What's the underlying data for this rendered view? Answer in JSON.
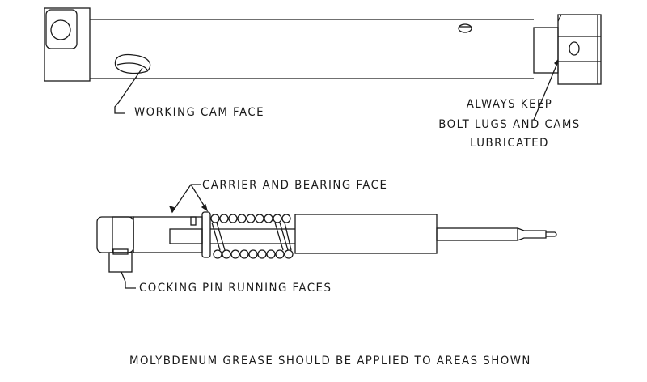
{
  "labels": {
    "working_cam_face": "WORKING CAM FACE",
    "always_keep_1": "ALWAYS KEEP",
    "always_keep_2": "BOLT LUGS AND CAMS",
    "always_keep_3": "LUBRICATED",
    "carrier_bearing": "CARRIER AND BEARING FACE",
    "cocking_pin": "COCKING PIN RUNNING FACES",
    "footer": "MOLYBDENUM GREASE SHOULD BE APPLIED TO AREAS SHOWN"
  }
}
